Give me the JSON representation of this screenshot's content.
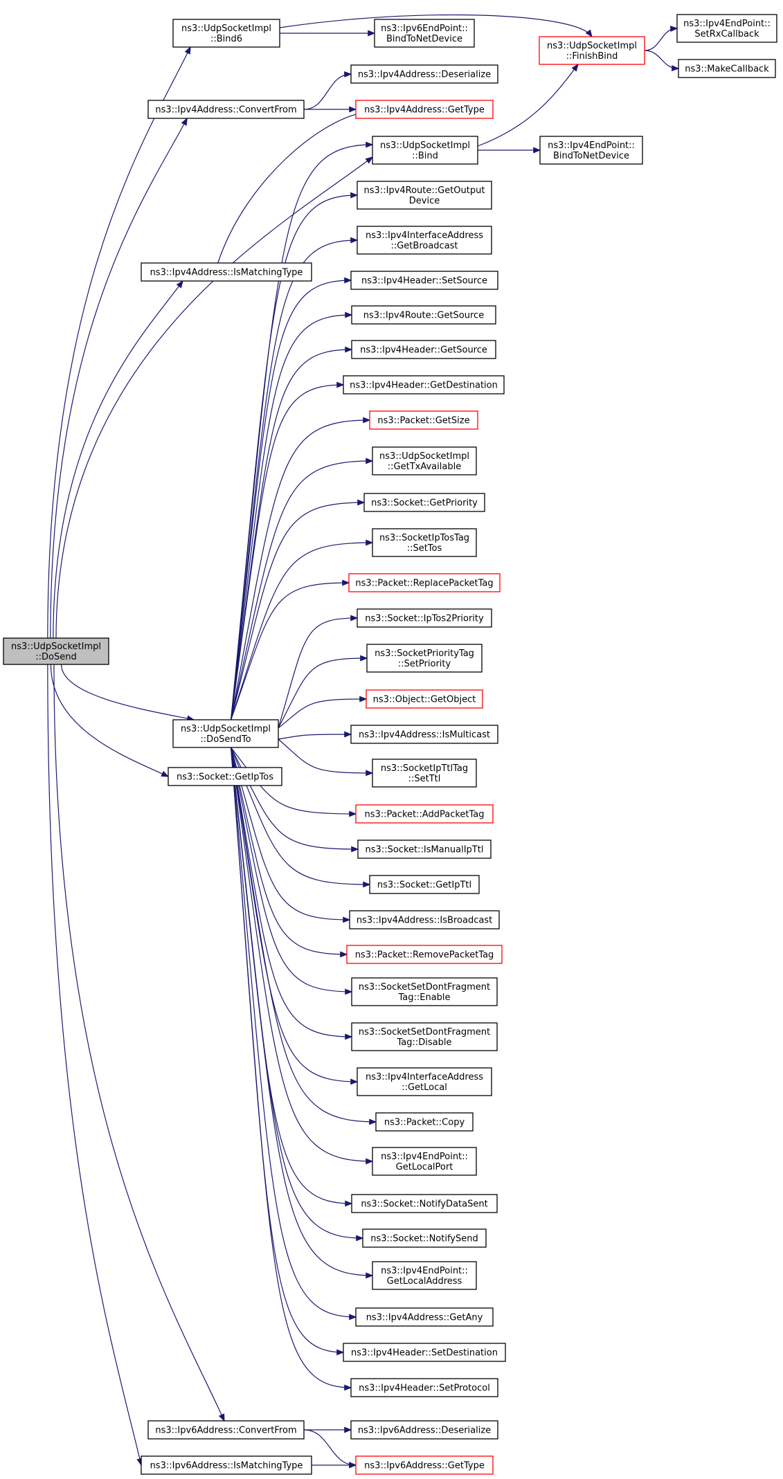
{
  "colors": {
    "edge": "#191970",
    "default_border": "#000000",
    "truncated_border": "#ff0000",
    "root_fill": "#bfbfbf"
  },
  "nodes": {
    "dosend": {
      "lines": [
        "ns3::UdpSocketImpl",
        "::DoSend"
      ],
      "style": "root"
    },
    "bind6": {
      "lines": [
        "ns3::UdpSocketImpl",
        "::Bind6"
      ],
      "style": "normal"
    },
    "ipv6ep_bind": {
      "lines": [
        "ns3::Ipv6EndPoint::",
        "BindToNetDevice"
      ],
      "style": "normal"
    },
    "finishbind": {
      "lines": [
        "ns3::UdpSocketImpl",
        "::FinishBind"
      ],
      "style": "red"
    },
    "ipv4ep_setrx": {
      "lines": [
        "ns3::Ipv4EndPoint::",
        "SetRxCallback"
      ],
      "style": "normal"
    },
    "makecallback": {
      "lines": [
        "ns3::MakeCallback"
      ],
      "style": "normal"
    },
    "ipv4_deserialize": {
      "lines": [
        "ns3::Ipv4Address::Deserialize"
      ],
      "style": "normal"
    },
    "ipv4_convertfrom": {
      "lines": [
        "ns3::Ipv4Address::ConvertFrom"
      ],
      "style": "normal"
    },
    "ipv4_gettype": {
      "lines": [
        "ns3::Ipv4Address::GetType"
      ],
      "style": "red"
    },
    "bind": {
      "lines": [
        "ns3::UdpSocketImpl",
        "::Bind"
      ],
      "style": "normal"
    },
    "ipv4ep_bind": {
      "lines": [
        "ns3::Ipv4EndPoint::",
        "BindToNetDevice"
      ],
      "style": "normal"
    },
    "getoutputdevice": {
      "lines": [
        "ns3::Ipv4Route::GetOutput",
        "Device"
      ],
      "style": "normal"
    },
    "getbroadcast": {
      "lines": [
        "ns3::Ipv4InterfaceAddress",
        "::GetBroadcast"
      ],
      "style": "normal"
    },
    "ipv4_ismatching": {
      "lines": [
        "ns3::Ipv4Address::IsMatchingType"
      ],
      "style": "normal"
    },
    "hdr_setsource": {
      "lines": [
        "ns3::Ipv4Header::SetSource"
      ],
      "style": "normal"
    },
    "route_getsource": {
      "lines": [
        "ns3::Ipv4Route::GetSource"
      ],
      "style": "normal"
    },
    "hdr_getsource": {
      "lines": [
        "ns3::Ipv4Header::GetSource"
      ],
      "style": "normal"
    },
    "hdr_getdest": {
      "lines": [
        "ns3::Ipv4Header::GetDestination"
      ],
      "style": "normal"
    },
    "pkt_getsize": {
      "lines": [
        "ns3::Packet::GetSize"
      ],
      "style": "red"
    },
    "gettxavailable": {
      "lines": [
        "ns3::UdpSocketImpl",
        "::GetTxAvailable"
      ],
      "style": "normal"
    },
    "getpriority": {
      "lines": [
        "ns3::Socket::GetPriority"
      ],
      "style": "normal"
    },
    "settos": {
      "lines": [
        "ns3::SocketIpTosTag",
        "::SetTos"
      ],
      "style": "normal"
    },
    "replacetag": {
      "lines": [
        "ns3::Packet::ReplacePacketTag"
      ],
      "style": "red"
    },
    "iptos2prio": {
      "lines": [
        "ns3::Socket::IpTos2Priority"
      ],
      "style": "normal"
    },
    "setpriority": {
      "lines": [
        "ns3::SocketPriorityTag",
        "::SetPriority"
      ],
      "style": "normal"
    },
    "getobject": {
      "lines": [
        "ns3::Object::GetObject"
      ],
      "style": "red"
    },
    "dosendto": {
      "lines": [
        "ns3::UdpSocketImpl",
        "::DoSendTo"
      ],
      "style": "normal"
    },
    "ismulticast": {
      "lines": [
        "ns3::Ipv4Address::IsMulticast"
      ],
      "style": "normal"
    },
    "getiptos": {
      "lines": [
        "ns3::Socket::GetIpTos"
      ],
      "style": "normal"
    },
    "setttl": {
      "lines": [
        "ns3::SocketIpTtlTag",
        "::SetTtl"
      ],
      "style": "normal"
    },
    "addtag": {
      "lines": [
        "ns3::Packet::AddPacketTag"
      ],
      "style": "red"
    },
    "ismanualttl": {
      "lines": [
        "ns3::Socket::IsManualIpTtl"
      ],
      "style": "normal"
    },
    "getipttl": {
      "lines": [
        "ns3::Socket::GetIpTtl"
      ],
      "style": "normal"
    },
    "isbroadcast": {
      "lines": [
        "ns3::Ipv4Address::IsBroadcast"
      ],
      "style": "normal"
    },
    "removetag": {
      "lines": [
        "ns3::Packet::RemovePacketTag"
      ],
      "style": "red"
    },
    "df_enable": {
      "lines": [
        "ns3::SocketSetDontFragment",
        "Tag::Enable"
      ],
      "style": "normal"
    },
    "df_disable": {
      "lines": [
        "ns3::SocketSetDontFragment",
        "Tag::Disable"
      ],
      "style": "normal"
    },
    "getlocal": {
      "lines": [
        "ns3::Ipv4InterfaceAddress",
        "::GetLocal"
      ],
      "style": "normal"
    },
    "pkt_copy": {
      "lines": [
        "ns3::Packet::Copy"
      ],
      "style": "normal"
    },
    "getlocalport": {
      "lines": [
        "ns3::Ipv4EndPoint::",
        "GetLocalPort"
      ],
      "style": "normal"
    },
    "notifydatasent": {
      "lines": [
        "ns3::Socket::NotifyDataSent"
      ],
      "style": "normal"
    },
    "notifysend": {
      "lines": [
        "ns3::Socket::NotifySend"
      ],
      "style": "normal"
    },
    "getlocaladdress": {
      "lines": [
        "ns3::Ipv4EndPoint::",
        "GetLocalAddress"
      ],
      "style": "normal"
    },
    "getany": {
      "lines": [
        "ns3::Ipv4Address::GetAny"
      ],
      "style": "normal"
    },
    "hdr_setdest": {
      "lines": [
        "ns3::Ipv4Header::SetDestination"
      ],
      "style": "normal"
    },
    "hdr_setproto": {
      "lines": [
        "ns3::Ipv4Header::SetProtocol"
      ],
      "style": "normal"
    },
    "ipv6_convertfrom": {
      "lines": [
        "ns3::Ipv6Address::ConvertFrom"
      ],
      "style": "normal"
    },
    "ipv6_deserialize": {
      "lines": [
        "ns3::Ipv6Address::Deserialize"
      ],
      "style": "normal"
    },
    "ipv6_ismatching": {
      "lines": [
        "ns3::Ipv6Address::IsMatchingType"
      ],
      "style": "normal"
    },
    "ipv6_gettype": {
      "lines": [
        "ns3::Ipv6Address::GetType"
      ],
      "style": "red"
    }
  },
  "edges": [
    [
      "dosend",
      "bind6"
    ],
    [
      "dosend",
      "ipv4_convertfrom"
    ],
    [
      "dosend",
      "ipv4_ismatching"
    ],
    [
      "dosend",
      "bind"
    ],
    [
      "dosend",
      "dosendto"
    ],
    [
      "dosend",
      "getiptos"
    ],
    [
      "dosend",
      "ipv6_convertfrom"
    ],
    [
      "dosend",
      "ipv6_ismatching"
    ],
    [
      "bind6",
      "ipv6ep_bind"
    ],
    [
      "bind6",
      "finishbind"
    ],
    [
      "finishbind",
      "ipv4ep_setrx"
    ],
    [
      "finishbind",
      "makecallback"
    ],
    [
      "ipv4_convertfrom",
      "ipv4_deserialize"
    ],
    [
      "ipv4_convertfrom",
      "ipv4_gettype"
    ],
    [
      "ipv4_ismatching",
      "ipv4_gettype"
    ],
    [
      "bind",
      "finishbind"
    ],
    [
      "bind",
      "ipv4ep_bind"
    ],
    [
      "ipv6_convertfrom",
      "ipv6_deserialize"
    ],
    [
      "ipv6_convertfrom",
      "ipv6_gettype"
    ],
    [
      "ipv6_ismatching",
      "ipv6_gettype"
    ],
    [
      "dosendto",
      "bind"
    ],
    [
      "dosendto",
      "getoutputdevice"
    ],
    [
      "dosendto",
      "getbroadcast"
    ],
    [
      "dosendto",
      "hdr_setsource"
    ],
    [
      "dosendto",
      "route_getsource"
    ],
    [
      "dosendto",
      "hdr_getsource"
    ],
    [
      "dosendto",
      "hdr_getdest"
    ],
    [
      "dosendto",
      "pkt_getsize"
    ],
    [
      "dosendto",
      "gettxavailable"
    ],
    [
      "dosendto",
      "getpriority"
    ],
    [
      "dosendto",
      "settos"
    ],
    [
      "dosendto",
      "replacetag"
    ],
    [
      "dosendto",
      "iptos2prio"
    ],
    [
      "dosendto",
      "setpriority"
    ],
    [
      "dosendto",
      "getobject"
    ],
    [
      "dosendto",
      "ismulticast"
    ],
    [
      "dosendto",
      "setttl"
    ],
    [
      "dosendto",
      "addtag"
    ],
    [
      "dosendto",
      "ismanualttl"
    ],
    [
      "dosendto",
      "getipttl"
    ],
    [
      "dosendto",
      "isbroadcast"
    ],
    [
      "dosendto",
      "removetag"
    ],
    [
      "dosendto",
      "df_enable"
    ],
    [
      "dosendto",
      "df_disable"
    ],
    [
      "dosendto",
      "getlocal"
    ],
    [
      "dosendto",
      "pkt_copy"
    ],
    [
      "dosendto",
      "getlocalport"
    ],
    [
      "dosendto",
      "notifydatasent"
    ],
    [
      "dosendto",
      "notifysend"
    ],
    [
      "dosendto",
      "getlocaladdress"
    ],
    [
      "dosendto",
      "getany"
    ],
    [
      "dosendto",
      "hdr_setdest"
    ],
    [
      "dosendto",
      "hdr_setproto"
    ]
  ]
}
